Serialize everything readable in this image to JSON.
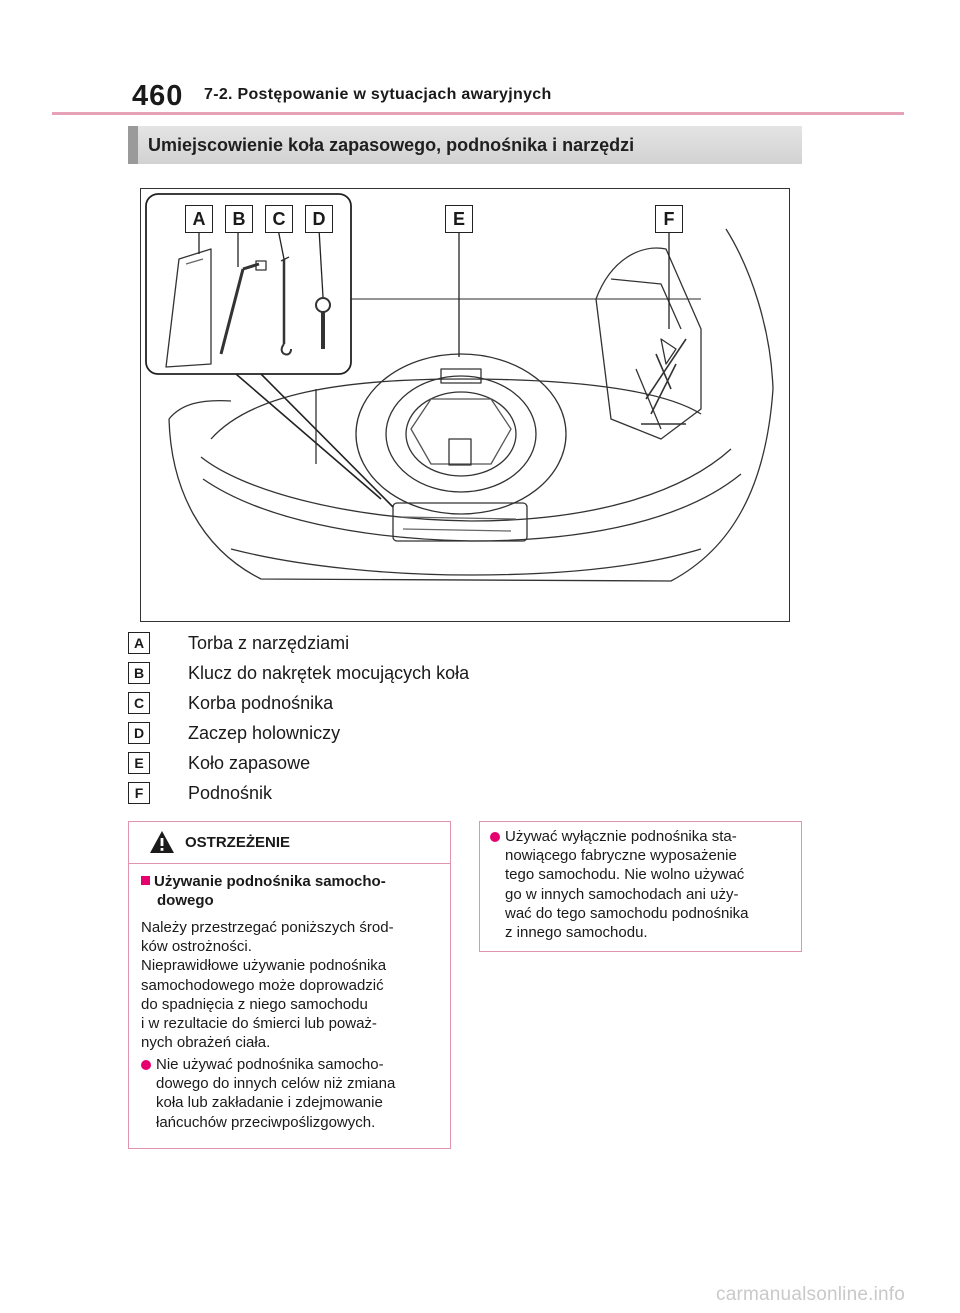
{
  "header": {
    "page_number": "460",
    "chapter_title": "7-2. Postępowanie w sytuacjach awaryjnych"
  },
  "section": {
    "title": "Umiejscowienie koła zapasowego, podnośnika i narzędzi"
  },
  "figure": {
    "labels": [
      "A",
      "B",
      "C",
      "D",
      "E",
      "F"
    ]
  },
  "legend": [
    {
      "letter": "A",
      "text": "Torba z narzędziami"
    },
    {
      "letter": "B",
      "text": "Klucz do nakrętek mocujących koła"
    },
    {
      "letter": "C",
      "text": "Korba podnośnika"
    },
    {
      "letter": "D",
      "text": "Zaczep holowniczy"
    },
    {
      "letter": "E",
      "text": "Koło zapasowe"
    },
    {
      "letter": "F",
      "text": "Podnośnik"
    }
  ],
  "warning": {
    "title": "OSTRZEŻENIE",
    "sub_heading_line1": "Używanie podnośnika samocho-",
    "sub_heading_line2": "dowego",
    "paragraph": "Należy przestrzegać poniższych środ-\nków ostrożności.\nNieprawidłowe używanie podnośnika\nsamochodowego może doprowadzić\ndo spadnięcia z niego samochodu\ni w rezultacie do śmierci lub poważ-\nnych obrażeń ciała.",
    "bullet": "Nie używać podnośnika samocho-\ndowego do innych celów niż zmiana\nkoła lub zakładanie i zdejmowanie\nłańcuchów przeciwpoślizgowych."
  },
  "note": {
    "bullet": "Używać wyłącznie podnośnika sta-\nnowiącego fabryczne wyposażenie\ntego samochodu. Nie wolno używać\ngo w innych samochodach ani uży-\nwać do tego samochodu podnośnika\nz innego samochodu."
  },
  "watermark": "carmanualsonline.info",
  "colors": {
    "accent_pink": "#e6006f",
    "border_pink": "#e094ad",
    "header_rule": "#e8a2b8",
    "section_bar": "#d9d9d9"
  }
}
